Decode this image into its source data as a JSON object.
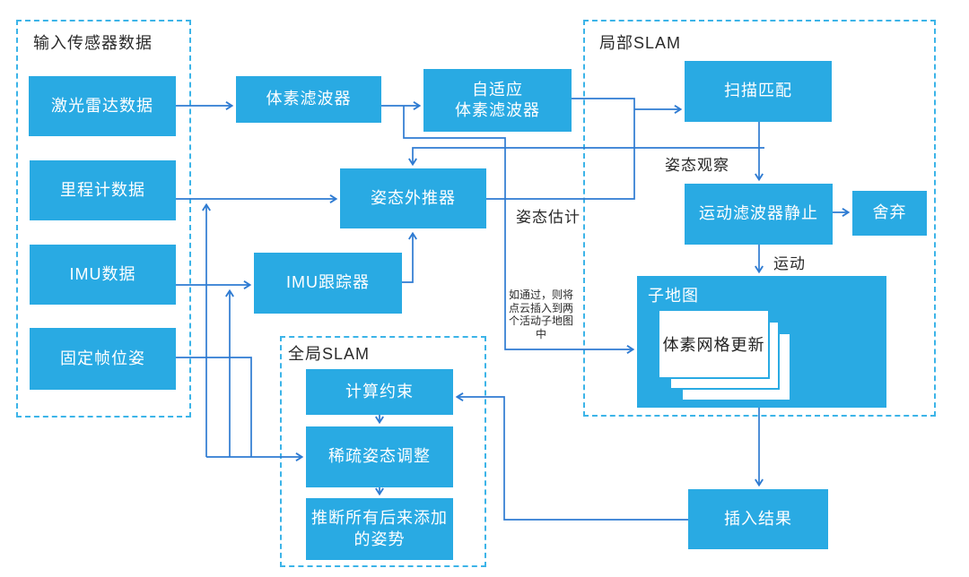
{
  "groups": {
    "input": {
      "label": "输入传感器数据"
    },
    "local": {
      "label": "局部SLAM"
    },
    "global": {
      "label": "全局SLAM"
    }
  },
  "nodes": {
    "lidar": {
      "label": "激光雷达数据"
    },
    "odometry": {
      "label": "里程计数据"
    },
    "imu": {
      "label": "IMU数据"
    },
    "fixed_frame": {
      "label": "固定帧位姿"
    },
    "voxel_filter": {
      "label": "体素滤波器"
    },
    "adaptive_voxel_filter": {
      "line1": "自适应",
      "line2": "体素滤波器"
    },
    "pose_extrapolator": {
      "label": "姿态外推器"
    },
    "imu_tracker": {
      "label": "IMU跟踪器"
    },
    "scan_matching": {
      "label": "扫描匹配"
    },
    "motion_filter": {
      "label": "运动滤波器静止"
    },
    "discard": {
      "label": "舍弃"
    },
    "submap": {
      "label": "子地图"
    },
    "voxel_grid_update": {
      "label": "体素网格更新"
    },
    "compute_constraints": {
      "label": "计算约束"
    },
    "sparse_pose_adjustment": {
      "label": "稀疏姿态调整"
    },
    "extrapolate_poses": {
      "line1": "推断所有后来添加",
      "line2": "的姿势"
    },
    "insert_result": {
      "label": "插入结果"
    }
  },
  "edge_labels": {
    "pose_observation": "姿态观察",
    "motion": "运动",
    "pose_estimate": "姿态估计",
    "insert_note": {
      "line1": "如通过，则将",
      "line2": "点云插入到两",
      "line3": "个活动子地图",
      "line4": "中"
    }
  },
  "colors": {
    "node_fill": "#29aae3",
    "connector": "#2e7bd2",
    "dashed_border": "#3cb4e8",
    "node_text": "#ffffff",
    "label_text": "#2b2b2b"
  }
}
